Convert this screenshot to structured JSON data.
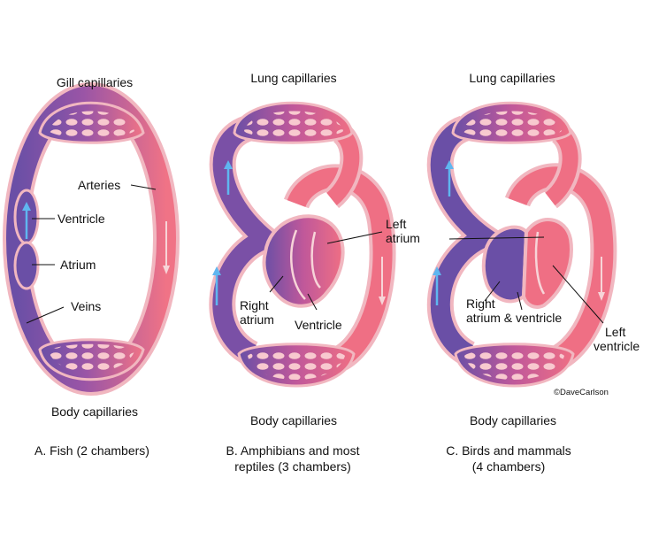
{
  "colors": {
    "oxygenated": "#ef6f84",
    "deoxygenated": "#6f4fa3",
    "mixed": "#b2559a",
    "vessel_outline": "#f1b7c0",
    "capillary_cell": "#f8c9cf",
    "arrow_blue": "#5fb6f0",
    "arrow_light": "#f7d4d8"
  },
  "fish": {
    "top_label": "Gill capillaries",
    "bottom_label": "Body capillaries",
    "arteries": "Arteries",
    "ventricle": "Ventricle",
    "atrium": "Atrium",
    "veins": "Veins",
    "caption_line1": "A. Fish (2 chambers)"
  },
  "amphibian": {
    "top_label": "Lung capillaries",
    "bottom_label": "Body capillaries",
    "left_atrium_1": "Left",
    "left_atrium_2": "atrium",
    "right_atrium_1": "Right",
    "right_atrium_2": "atrium",
    "ventricle": "Ventricle",
    "caption_line1": "B. Amphibians and most",
    "caption_line2": "reptiles (3 chambers)"
  },
  "mammal": {
    "top_label": "Lung capillaries",
    "bottom_label": "Body capillaries",
    "right_1": "Right",
    "right_2": "atrium & ventricle",
    "left_ventricle_1": "Left",
    "left_ventricle_2": "ventricle",
    "caption_line1": "C. Birds and mammals",
    "caption_line2": "(4 chambers)"
  },
  "credit": "©DaveCarlson"
}
